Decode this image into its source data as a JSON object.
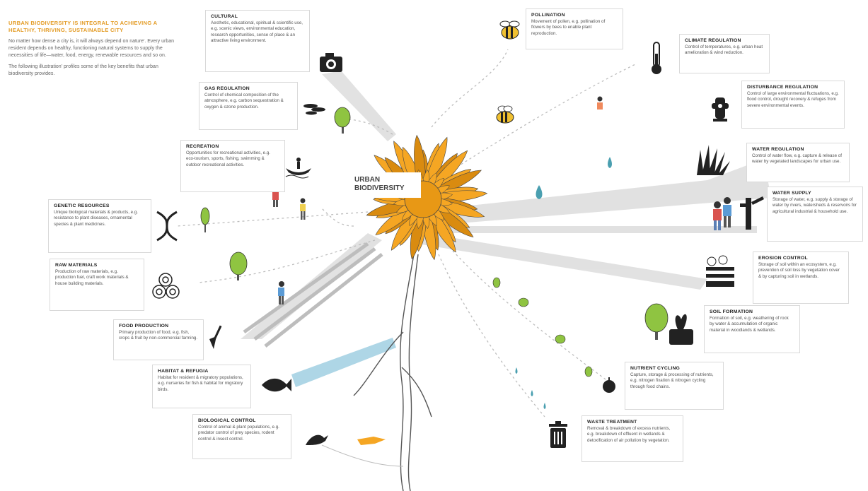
{
  "intro": {
    "heading": "URBAN BIODIVERSITY IS INTEGRAL TO ACHIEVING A HEALTHY, THRIVING, SUSTAINABLE CITY",
    "para1": "No matter how dense a city is, it will always depend on nature'. Every urban resident depends on healthy, functioning natural systems to supply the necessities of life—water, food, energy, renewable resources and so on.",
    "para2": "The following illustration' profiles some of the key benefits that urban biodiversity provides."
  },
  "center": {
    "label": "URBAN BIODIVERSITY"
  },
  "colors": {
    "petal": "#f5a623",
    "petal_dark": "#d98b10",
    "accent": "#e39b24",
    "water": "#aed6e6",
    "leaf": "#8fc441"
  },
  "services": [
    {
      "key": "cultural",
      "icon": "camera-icon",
      "title": "CULTURAL",
      "desc": "Aesthetic, educational, spiritual & scientific use, e.g. scenic views, environmental education, research opportunities, sense of place & an attractive living environment."
    },
    {
      "key": "pollination",
      "icon": "bee-icon",
      "title": "POLLINATION",
      "desc": "Movement of pollen, e.g. pollination of flowers by bees to enable plant reproduction."
    },
    {
      "key": "climate",
      "icon": "thermometer-icon",
      "title": "CLIMATE REGULATION",
      "desc": "Control of temperatures, e.g. urban heat amelioration & wind reduction."
    },
    {
      "key": "gas",
      "icon": "cloud-icon",
      "title": "GAS REGULATION",
      "desc": "Control of chemical composition of the atmosphere, e.g. carbon sequestration & oxygen & ozone production."
    },
    {
      "key": "disturbance",
      "icon": "hydrant-icon",
      "title": "DISTURBANCE REGULATION",
      "desc": "Control of large environmental fluctuations, e.g. flood control, drought recovery & refuges from severe environmental events."
    },
    {
      "key": "recreation",
      "icon": "canoe-icon",
      "title": "RECREATION",
      "desc": "Opportunities for recreational activities, e.g. eco-tourism, sports, fishing, swimming & outdoor recreational activities."
    },
    {
      "key": "water_reg",
      "icon": "grass-icon",
      "title": "WATER REGULATION",
      "desc": "Control of water flow, e.g. capture & release of water by vegetated landscapes for urban use."
    },
    {
      "key": "genetic",
      "icon": "dna-icon",
      "title": "GENETIC RESOURCES",
      "desc": "Unique biological materials & products, e.g. resistance to plant diseases, ornamental species & plant medicines."
    },
    {
      "key": "water_supply",
      "icon": "pump-icon",
      "title": "WATER SUPPLY",
      "desc": "Storage of water, e.g. supply & storage of water by rivers, watersheds & reservoirs for agricultural industrial & household use."
    },
    {
      "key": "raw",
      "icon": "logs-icon",
      "title": "RAW MATERIALS",
      "desc": "Production of raw materials, e.g. production fuel, craft work materials & house building materials."
    },
    {
      "key": "erosion",
      "icon": "soil-layers-icon",
      "title": "EROSION CONTROL",
      "desc": "Storage of soil within an ecosystem, e.g. prevention of soil loss by vegetation cover & by capturing soil in wetlands."
    },
    {
      "key": "soil",
      "icon": "sprout-icon",
      "title": "SOIL FORMATION",
      "desc": "Formation of soil, e.g. weathering of rock by water & accumulation of organic material in woodlands & wetlands."
    },
    {
      "key": "food",
      "icon": "shovel-icon",
      "title": "FOOD PRODUCTION",
      "desc": "Primary production of food, e.g. fish, crops & fruit by non-commercial farming."
    },
    {
      "key": "habitat",
      "icon": "fish-icon",
      "title": "HABITAT & REFUGIA",
      "desc": "Habitat for resident & migratory populations, e.g. nurseries for fish & habitat for migratory birds."
    },
    {
      "key": "nutrient",
      "icon": "apple-icon",
      "title": "NUTRIENT CYCLING",
      "desc": "Capture, storage & processing of nutrients, e.g. nitrogen fixation & nitrogen cycling through food chains."
    },
    {
      "key": "bio",
      "icon": "bird-icon",
      "title": "BIOLOGICAL CONTROL",
      "desc": "Control of animal & plant populations, e.g. predator control of prey species, rodent control & insect control."
    },
    {
      "key": "waste",
      "icon": "trash-icon",
      "title": "WASTE TREATMENT",
      "desc": "Removal & breakdown of excess nutrients, e.g. breakdown of effluent in wetlands & detoxification of air pollution by vegetation."
    }
  ]
}
